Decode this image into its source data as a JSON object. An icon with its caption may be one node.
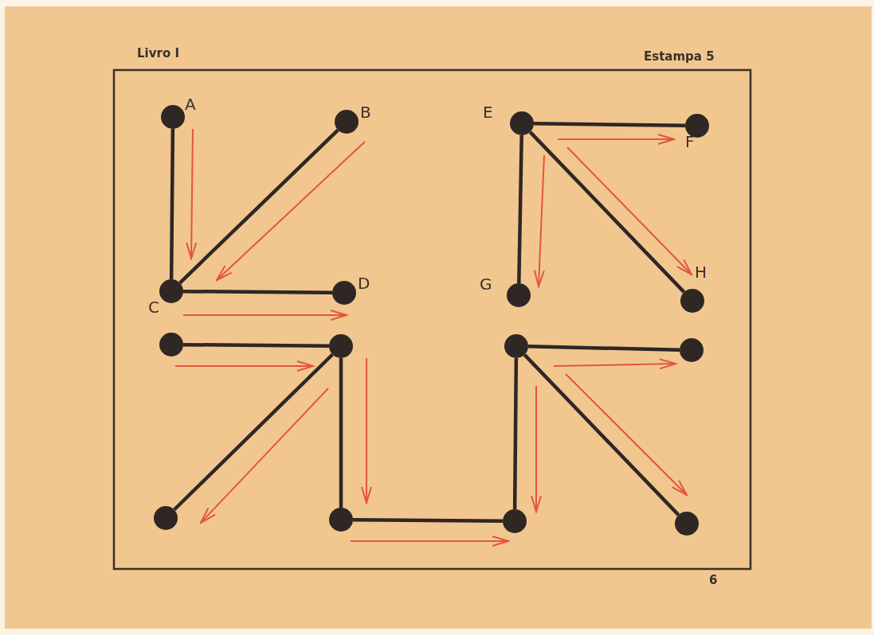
{
  "diagram": {
    "nodes": [
      {
        "text": [
          "A"
        ]
      },
      {
        "text": [
          "B"
        ]
      },
      {
        "text": [
          "C"
        ]
      },
      {
        "text": [
          "D"
        ]
      },
      {
        "text": [
          "E"
        ]
      },
      {
        "text": [
          "F"
        ]
      },
      {
        "text": [
          "G"
        ]
      },
      {
        "text": [
          "H"
        ]
      },
      {
        "text": [],
        "shape": "circle"
      },
      {
        "text": [],
        "shape": "circle"
      },
      {
        "text": [],
        "shape": "circle"
      },
      {
        "text": [],
        "shape": "circle"
      },
      {
        "text": [],
        "shape": "circle"
      },
      {
        "text": [],
        "shape": "circle"
      },
      {
        "text": [],
        "shape": "circle"
      },
      {
        "text": [],
        "shape": "circle"
      }
    ],
    "edges": [
      {
        "from": 0,
        "to": 2,
        "arrow": "none"
      },
      {
        "from": 1,
        "to": 2,
        "arrow": "none"
      },
      {
        "from": 2,
        "to": 3,
        "arrow": "none"
      },
      {
        "from": 4,
        "to": 5,
        "arrow": "none"
      },
      {
        "from": 4,
        "to": 6,
        "arrow": "none"
      },
      {
        "from": 4,
        "to": 7,
        "arrow": "none"
      },
      {
        "from": 8,
        "to": 9,
        "arrow": "none"
      },
      {
        "from": 9,
        "to": 12,
        "arrow": "none"
      },
      {
        "from": 9,
        "to": 13,
        "arrow": "none"
      },
      {
        "from": 13,
        "to": 14,
        "arrow": "none"
      },
      {
        "from": 10,
        "to": 14,
        "arrow": "none"
      },
      {
        "from": 10,
        "to": 11,
        "arrow": "none"
      },
      {
        "from": 10,
        "to": 15,
        "arrow": "none"
      }
    ],
    "labels": [
      "Livro I",
      "Estampa 5",
      "6"
    ]
  }
}
